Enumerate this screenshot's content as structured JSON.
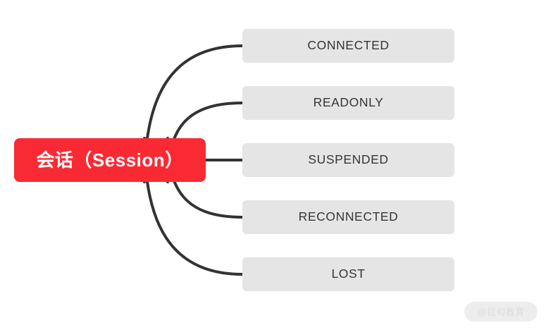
{
  "diagram": {
    "type": "mindmap",
    "background_color": "#ffffff",
    "root": {
      "label": "会话（Session）",
      "fill_color": "#F92A34",
      "text_color": "#ffffff"
    },
    "branch": {
      "stroke_color": "#333333",
      "stroke_width": 4
    },
    "leaf_style": {
      "fill_color": "#E5E5E5",
      "text_color": "#353535"
    },
    "leaves": [
      {
        "label": "CONNECTED"
      },
      {
        "label": "READONLY"
      },
      {
        "label": "SUSPENDED"
      },
      {
        "label": "RECONNECTED"
      },
      {
        "label": "LOST"
      }
    ]
  },
  "watermark": {
    "text": "@拉勾教育",
    "pill_color": "#EDEDED",
    "text_color": "#DCDCDC"
  }
}
